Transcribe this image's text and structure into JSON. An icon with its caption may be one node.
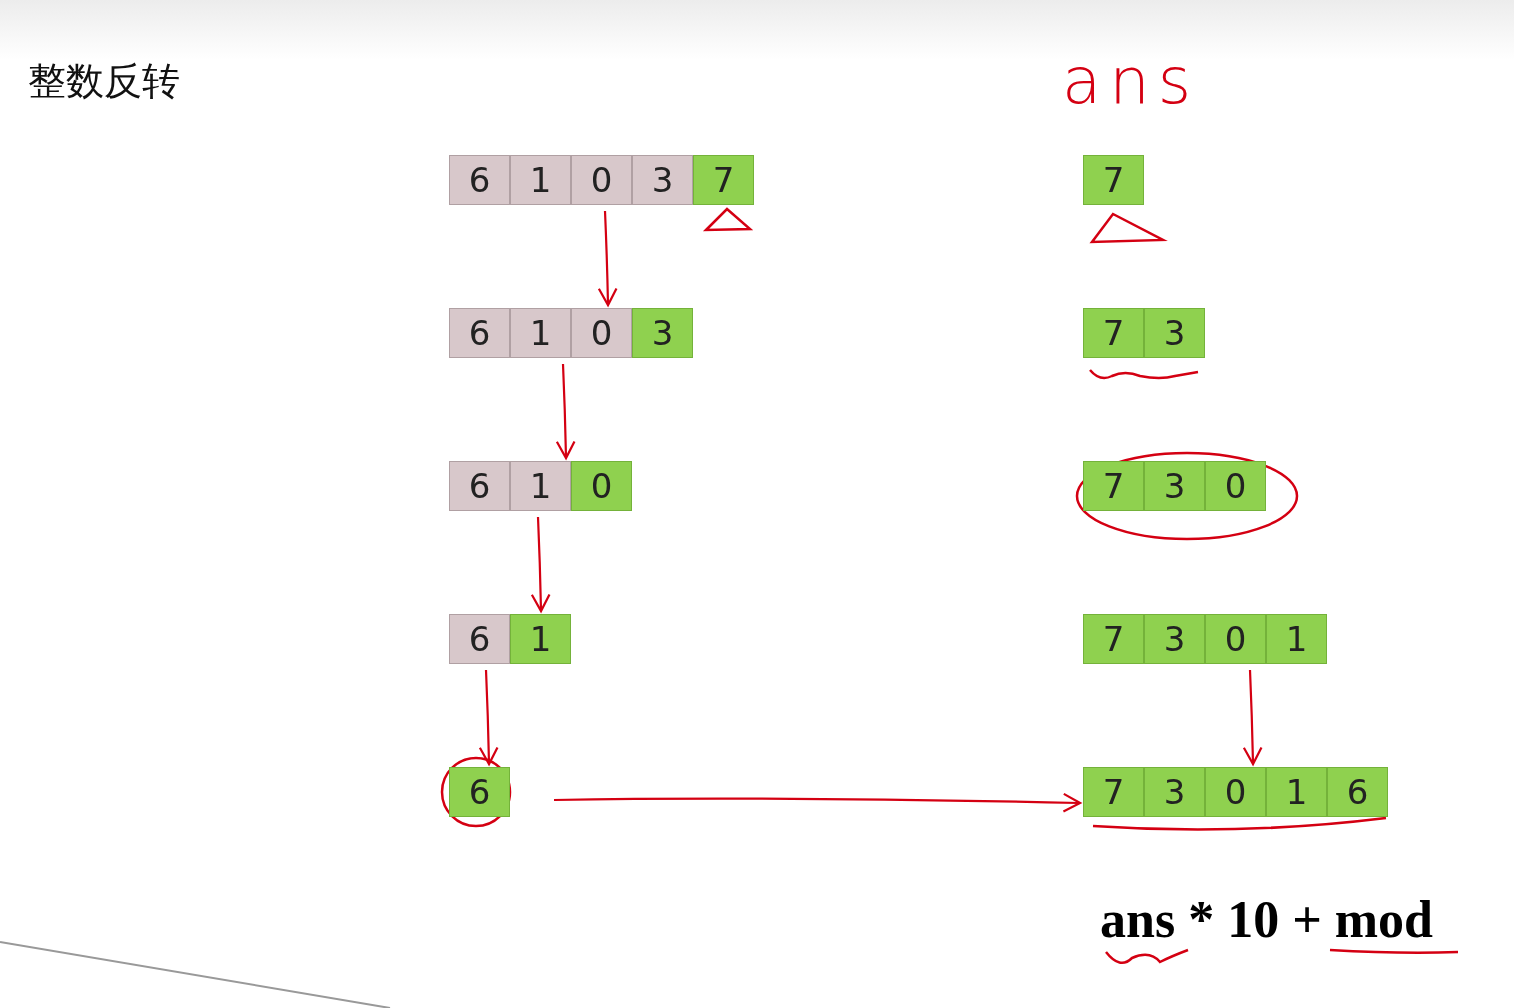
{
  "diagram": {
    "title": "整数反转",
    "nodes": [
      {
        "text": [],
        "shape": "bar"
      },
      {
        "text": [
          "6"
        ],
        "in": 0
      },
      {
        "text": [
          "1"
        ],
        "in": 0
      },
      {
        "text": [
          "0"
        ],
        "in": 0
      },
      {
        "text": [
          "3"
        ],
        "in": 0
      },
      {
        "text": [
          "7"
        ],
        "in": 0
      },
      {
        "text": [],
        "shape": "bar"
      },
      {
        "text": [
          "7"
        ],
        "in": 6
      },
      {
        "text": [],
        "shape": "bar"
      },
      {
        "text": [
          "6"
        ],
        "in": 8
      },
      {
        "text": [
          "1"
        ],
        "in": 8
      },
      {
        "text": [
          "0"
        ],
        "in": 8
      },
      {
        "text": [
          "3"
        ],
        "in": 8
      },
      {
        "text": [],
        "shape": "bar"
      },
      {
        "text": [
          "7"
        ],
        "in": 13
      },
      {
        "text": [
          "3"
        ],
        "in": 13
      },
      {
        "text": [],
        "shape": "bar"
      },
      {
        "text": [
          "6"
        ],
        "in": 16
      },
      {
        "text": [
          "1"
        ],
        "in": 16
      },
      {
        "text": [
          "0"
        ],
        "in": 16
      },
      {
        "text": [],
        "shape": "bar"
      },
      {
        "text": [
          "7"
        ],
        "in": 20
      },
      {
        "text": [
          "3"
        ],
        "in": 20
      },
      {
        "text": [
          "0"
        ],
        "in": 20
      },
      {
        "text": [],
        "shape": "bar"
      },
      {
        "text": [
          "6"
        ],
        "in": 24
      },
      {
        "text": [
          "1"
        ],
        "in": 24
      },
      {
        "text": [],
        "shape": "bar"
      },
      {
        "text": [
          "7"
        ],
        "in": 27
      },
      {
        "text": [
          "3"
        ],
        "in": 27
      },
      {
        "text": [
          "0"
        ],
        "in": 27
      },
      {
        "text": [
          "1"
        ],
        "in": 27
      },
      {
        "text": [],
        "shape": "bar"
      },
      {
        "text": [
          "6"
        ],
        "in": 32
      },
      {
        "text": [],
        "shape": "bar"
      },
      {
        "text": [
          "7"
        ],
        "in": 34
      },
      {
        "text": [
          "3"
        ],
        "in": 34
      },
      {
        "text": [
          "0"
        ],
        "in": 34
      },
      {
        "text": [
          "1"
        ],
        "in": 34
      },
      {
        "text": [
          "6"
        ],
        "in": 34
      }
    ],
    "edges": [
      {
        "from": 0,
        "to": 8,
        "arrow": "to"
      },
      {
        "from": 8,
        "to": 16,
        "arrow": "to"
      },
      {
        "from": 16,
        "to": 24,
        "arrow": "to"
      },
      {
        "from": 24,
        "to": 32,
        "arrow": "to"
      },
      {
        "from": 32,
        "to": 34,
        "arrow": "to"
      },
      {
        "from": 27,
        "to": 34,
        "arrow": "to"
      }
    ],
    "labels": [
      "ans",
      "ans * 10 + mod"
    ]
  }
}
